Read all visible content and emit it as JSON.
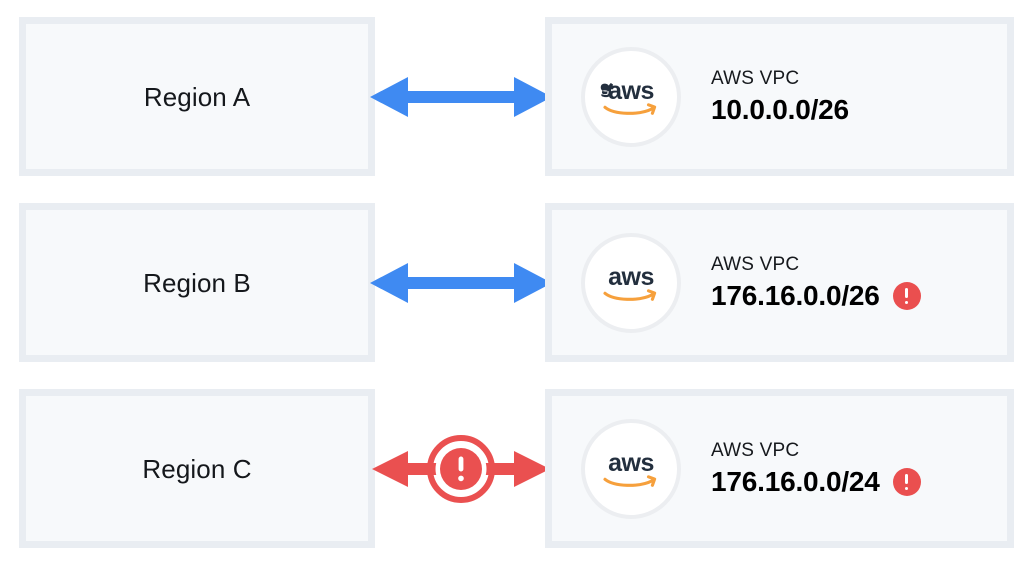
{
  "colors": {
    "arrow_ok": "#3f8af2",
    "arrow_error": "#ea5050",
    "alert": "#ea4f4f",
    "box_fill": "#f7f9fb",
    "box_border": "#e9edf2",
    "aws_text": "#232f3e",
    "aws_swoosh": "#f6a03c"
  },
  "diagram": {
    "rows": [
      {
        "region": {
          "label": "Region A"
        },
        "connector": {
          "type": "double-arrow",
          "state": "ok",
          "icon": "none"
        },
        "vpc": {
          "logo": "aws-logo-icon",
          "kicker": "AWS VPC",
          "cidr": "10.0.0.0/26",
          "alert": false
        }
      },
      {
        "region": {
          "label": "Region B"
        },
        "connector": {
          "type": "double-arrow",
          "state": "ok",
          "icon": "none"
        },
        "vpc": {
          "logo": "aws-logo-icon",
          "kicker": "AWS VPC",
          "cidr": "176.16.0.0/26",
          "alert": true
        }
      },
      {
        "region": {
          "label": "Region C"
        },
        "connector": {
          "type": "double-arrow",
          "state": "error",
          "icon": "alert-circle-icon"
        },
        "vpc": {
          "logo": "aws-logo-icon",
          "kicker": "AWS VPC",
          "cidr": "176.16.0.0/24",
          "alert": true
        }
      }
    ]
  }
}
